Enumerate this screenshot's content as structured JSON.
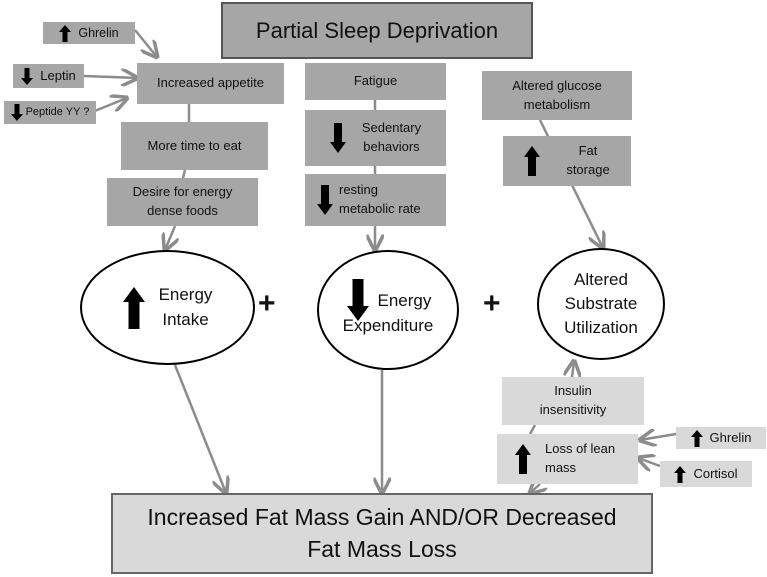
{
  "title": "Partial Sleep Deprivation",
  "hormones_top": {
    "ghrelin": "Ghrelin",
    "leptin": "Leptin",
    "peptide": "Peptide YY ?"
  },
  "intake_column": {
    "appetite": "Increased appetite",
    "more_time": "More time to eat",
    "desire_line1": "Desire for energy",
    "desire_line2": "dense foods"
  },
  "expenditure_column": {
    "fatigue": "Fatigue",
    "sedentary_line1": "Sedentary",
    "sedentary_line2": "behaviors",
    "rmr_line1": "resting",
    "rmr_line2": "metabolic rate"
  },
  "substrate_column": {
    "glucose_line1": "Altered glucose",
    "glucose_line2": "metabolism",
    "fat_line1": "Fat",
    "fat_line2": "storage"
  },
  "circles": {
    "intake_line1": "Energy",
    "intake_line2": "Intake",
    "expenditure_line1": "Energy",
    "expenditure_line2": "Expenditure",
    "substrate_line1": "Altered",
    "substrate_line2": "Substrate",
    "substrate_line3": "Utilization"
  },
  "operators": {
    "plus": "+"
  },
  "lower_right": {
    "insulin_line1": "Insulin",
    "insulin_line2": "insensitivity",
    "lean_line1": "Loss of lean",
    "lean_line2": "mass",
    "ghrelin": "Ghrelin",
    "cortisol": "Cortisol"
  },
  "outcome": {
    "line1": "Increased Fat Mass Gain AND/OR Decreased",
    "line2": "Fat Mass Loss"
  },
  "colors": {
    "dark_box": "#a6a6a6",
    "light_box": "#d9d9d9",
    "connector": "#8c8c8c"
  }
}
